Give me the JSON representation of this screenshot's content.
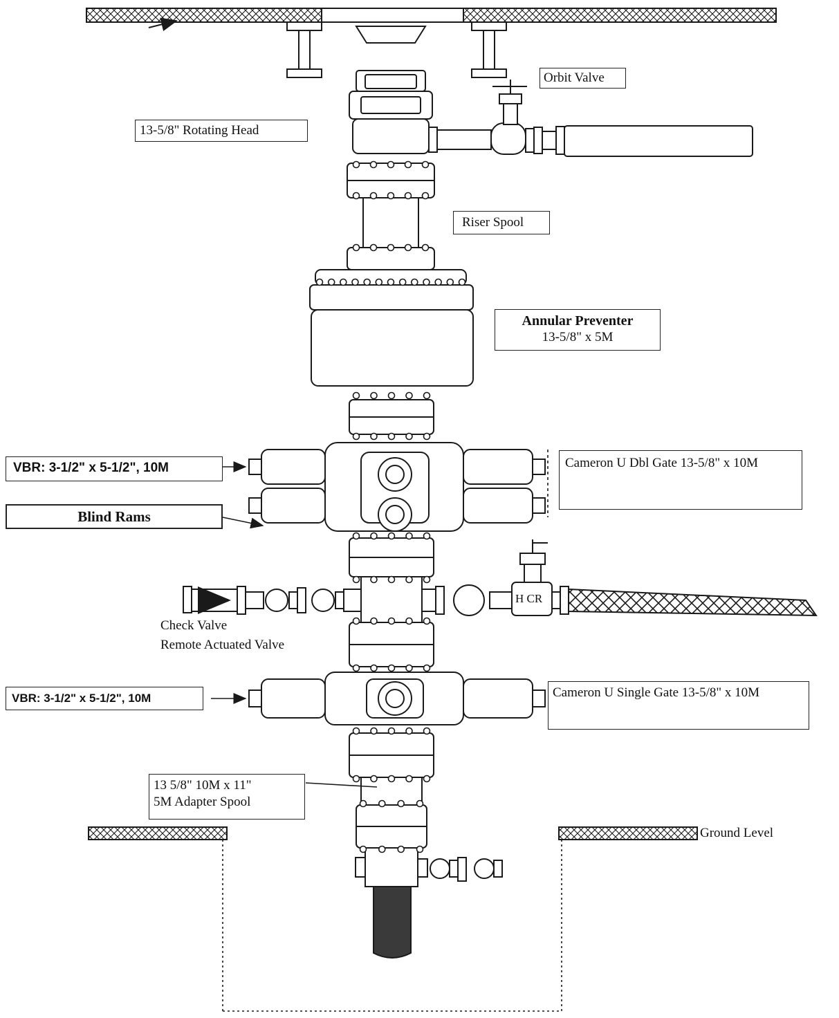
{
  "labels": {
    "orbit_valve": "Orbit Valve",
    "rotating_head": "13-5/8\" Rotating Head",
    "riser_spool": "Riser Spool",
    "annular_title": "Annular Preventer",
    "annular_size": "13-5/8\" x 5M",
    "vbr_upper": "VBR: 3-1/2\" x 5-1/2\", 10M",
    "blind_rams": "Blind Rams",
    "dbl_gate": "Cameron U Dbl Gate 13-5/8\" x 10M",
    "hcr": "H CR",
    "check_valve": "Check Valve",
    "remote_valve": "Remote Actuated Valve",
    "vbr_lower": "VBR: 3-1/2\" x 5-1/2\", 10M",
    "single_gate": "Cameron U Single Gate 13-5/8\" x 10M",
    "adapter_line1": "13 5/8\" 10M x 11\"",
    "adapter_line2": "5M Adapter Spool",
    "ground_level": "Ground Level"
  },
  "colors": {
    "line": "#1a1a1a",
    "hatch": "#1a1a1a",
    "fill": "#ffffff",
    "pipe": "#3a3a3a"
  }
}
